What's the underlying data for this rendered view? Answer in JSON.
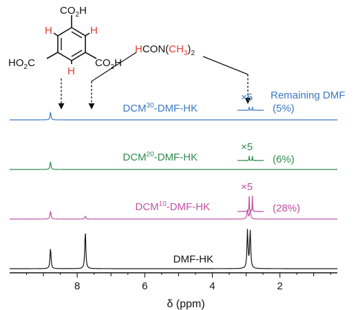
{
  "chart_data": {
    "type": "line",
    "title": "",
    "xlabel": "δ (ppm)",
    "ylabel": "",
    "x_reversed": true,
    "xlim": [
      10.0,
      0.3
    ],
    "x_ticks": [
      8,
      6,
      4,
      2
    ],
    "x_tick_labels": [
      "8",
      "6",
      "4",
      "2"
    ],
    "grid": false,
    "legend": "none",
    "series": [
      {
        "name": "DCM30-DMF-HK",
        "label_main": "DCM",
        "label_sup": "30",
        "label_suffix": "-DMF-HK",
        "color": "#3a78c2",
        "peaks": [
          {
            "ppm": 8.79,
            "height": 0.55
          }
        ],
        "inset": {
          "magnification": "×5",
          "color": "#3a78c2",
          "peaks": [
            {
              "ppm": 2.96,
              "height": 0.55
            },
            {
              "ppm": 2.88,
              "height": 0.55
            }
          ]
        },
        "annotation": "(5%)"
      },
      {
        "name": "DCM20-DMF-HK",
        "label_main": "DCM",
        "label_sup": "20",
        "label_suffix": "-DMF-HK",
        "color": "#2e8b4f",
        "peaks": [
          {
            "ppm": 8.79,
            "height": 0.55
          }
        ],
        "inset": {
          "magnification": "×5",
          "color": "#2e8b4f",
          "peaks": [
            {
              "ppm": 2.96,
              "height": 0.6
            },
            {
              "ppm": 2.88,
              "height": 0.6
            }
          ]
        },
        "annotation": "(6%)"
      },
      {
        "name": "DCM10-DMF-HK",
        "label_main": "DCM",
        "label_sup": "10",
        "label_suffix": "-DMF-HK",
        "color": "#c04fa2",
        "peaks": [
          {
            "ppm": 8.79,
            "height": 0.55
          },
          {
            "ppm": 7.76,
            "height": 0.2
          },
          {
            "ppm": 2.96,
            "height": 0.6
          },
          {
            "ppm": 2.88,
            "height": 0.6
          }
        ],
        "inset": {
          "magnification": "×5",
          "color": "#c04fa2",
          "peaks": [
            {
              "ppm": 2.96,
              "height": 1.0
            },
            {
              "ppm": 2.88,
              "height": 1.0
            }
          ]
        },
        "annotation": "(28%)"
      },
      {
        "name": "DMF-HK",
        "label_main": "DMF-HK",
        "label_sup": "",
        "label_suffix": "",
        "color": "#111111",
        "peaks": [
          {
            "ppm": 8.79,
            "height": 0.55
          },
          {
            "ppm": 7.76,
            "height": 1.0
          },
          {
            "ppm": 2.96,
            "height": 1.0
          },
          {
            "ppm": 2.88,
            "height": 1.0
          }
        ],
        "inset": null,
        "annotation": ""
      }
    ],
    "annotations": {
      "remaining_label": "Remaining DMF",
      "dmf_formula": {
        "H": "H",
        "CON": "CON(",
        "CH": "CH",
        "sub": "3",
        "close": ")",
        "sub2": "2"
      }
    },
    "molecule": {
      "top_group": "CO2H",
      "left_group": "HO2C",
      "right_group": "CO2H",
      "h_label": "H",
      "h_color": "#e23a2e"
    }
  }
}
